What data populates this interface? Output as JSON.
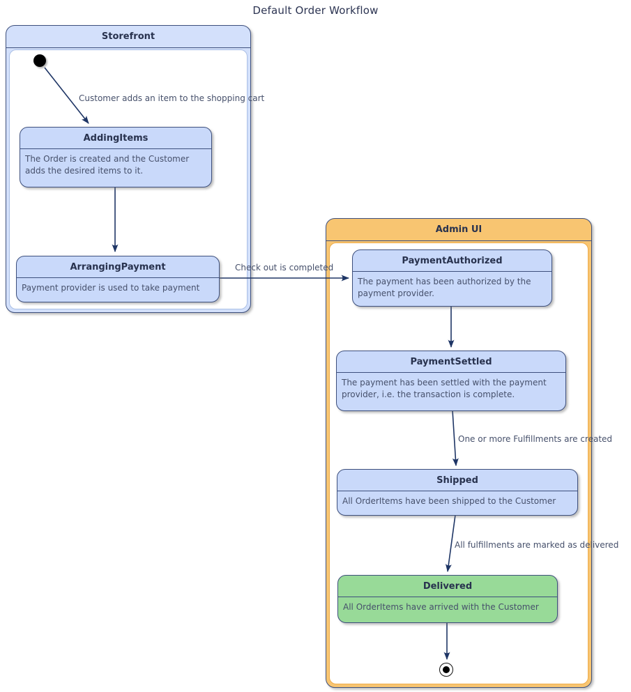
{
  "title": "Default Order Workflow",
  "colors": {
    "state_fill_blue": "#c9d9fa",
    "container_blue_header": "#d3e0fb",
    "container_orange_header": "#f8c571",
    "delivered_green": "#98da98",
    "border_navy": "#3d4f7c",
    "arrow_navy": "#1e3565",
    "body_text": "#46506b",
    "title_text": "#28324e"
  },
  "containers": {
    "storefront": {
      "label": "Storefront"
    },
    "admin_ui": {
      "label": "Admin UI"
    }
  },
  "states": {
    "adding_items": {
      "name": "AddingItems",
      "description": "The Order is created and the Customer adds the desired items to it."
    },
    "arranging_payment": {
      "name": "ArrangingPayment",
      "description": "Payment provider is used to take payment"
    },
    "payment_authorized": {
      "name": "PaymentAuthorized",
      "description": "The payment has been authorized by the payment provider."
    },
    "payment_settled": {
      "name": "PaymentSettled",
      "description": "The payment has been settled with the payment provider, i.e. the transaction is complete."
    },
    "shipped": {
      "name": "Shipped",
      "description": "All OrderItems have been shipped to the Customer"
    },
    "delivered": {
      "name": "Delivered",
      "description": "All OrderItems have arrived with the Customer"
    }
  },
  "transitions": {
    "add_item": {
      "label": "Customer adds an item to the shopping cart"
    },
    "checkout": {
      "label": "Check out is completed"
    },
    "fulfillments_created": {
      "label": "One or more Fulfillments are created"
    },
    "marked_delivered": {
      "label": "All fulfillments are marked as delivered"
    }
  }
}
